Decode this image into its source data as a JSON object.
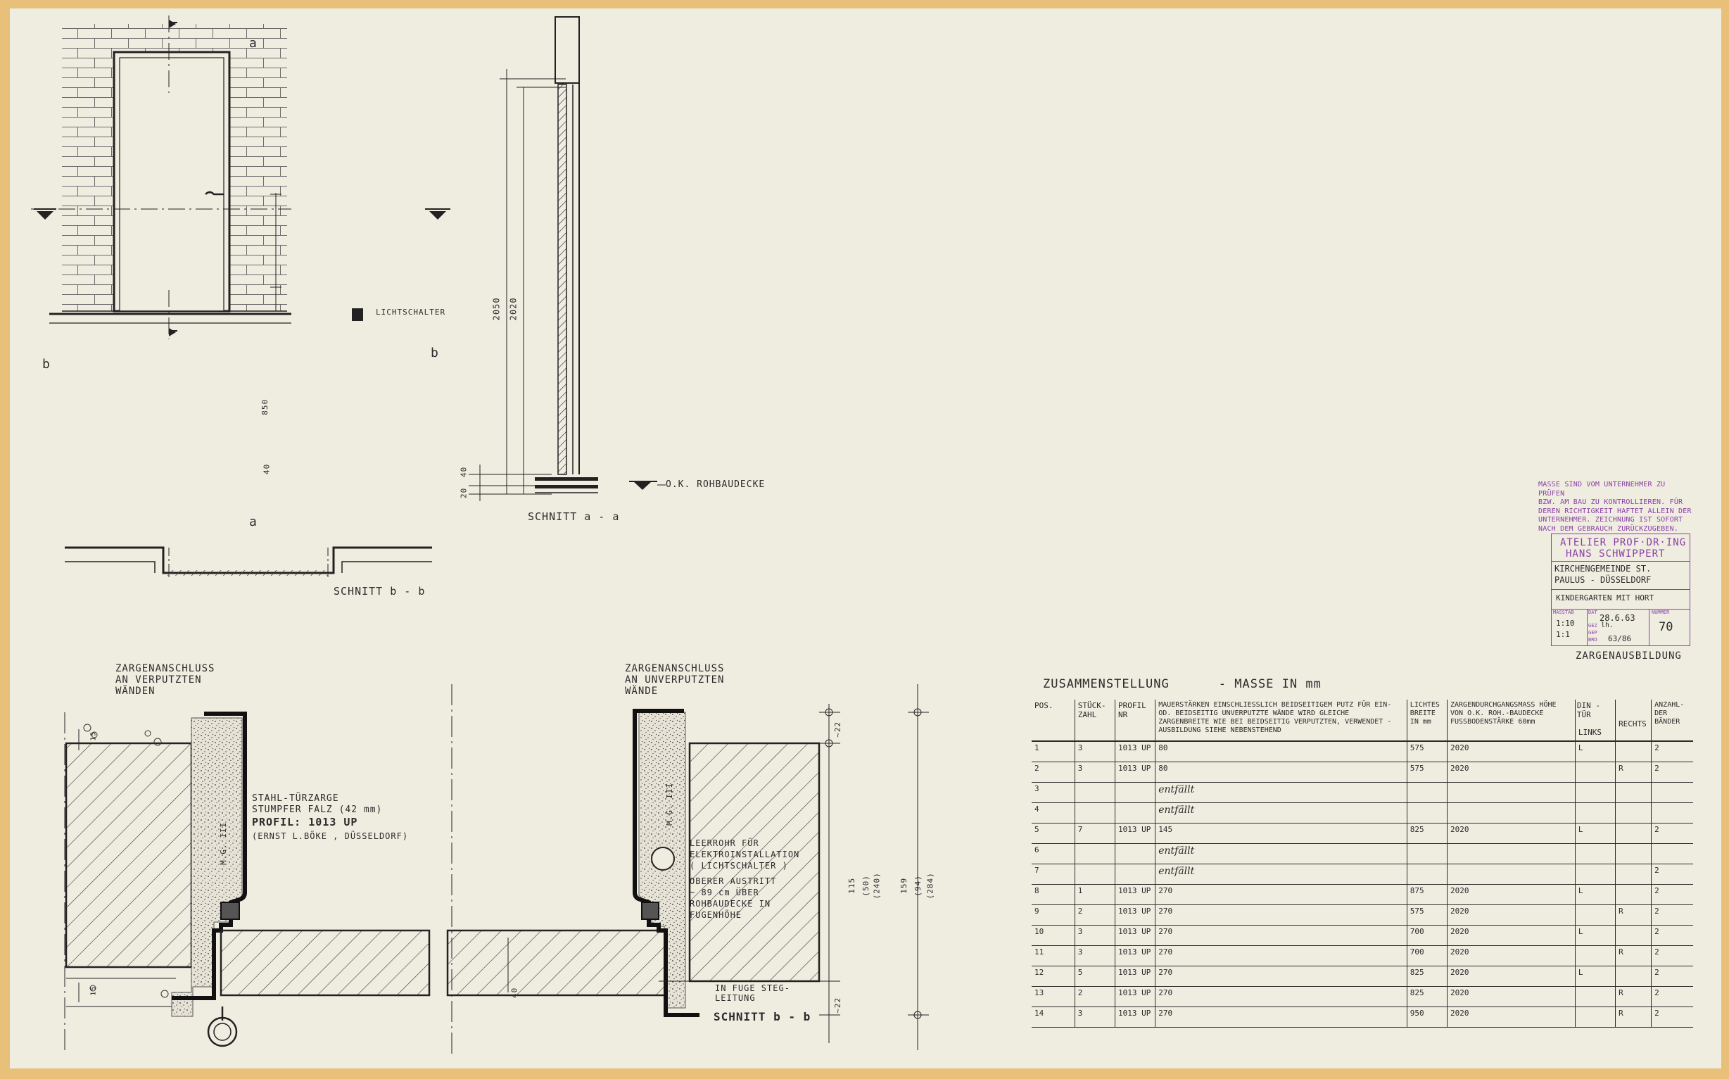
{
  "elevation": {
    "section_mark_top": "a",
    "section_mark_bottom": "a",
    "section_mark_left": "b",
    "section_mark_right": "b",
    "light_switch_label": "LICHTSCHALTER",
    "dim_850": "850",
    "dim_40": "40"
  },
  "section_aa": {
    "dim_2050": "2050",
    "dim_2020": "2020",
    "dim_40": "40",
    "dim_20": "20",
    "floor_label": "O.K. ROHBAUDECKE",
    "title": "SCHNITT  a - a"
  },
  "section_bb_small": {
    "title": "SCHNITT  b - b"
  },
  "detail_left": {
    "title_lines": [
      "ZARGENANSCHLUSS",
      "AN VERPUTZTEN",
      "WÄNDEN"
    ],
    "frame_lines": [
      "STAHL-TÜRZARGE",
      "STUMPFER  FALZ  (42 mm)"
    ],
    "profile": "PROFIL:   1013  UP",
    "maker": "(ERNST L.BÖKE , DÜSSELDORF)",
    "mortar_label": "M.G. III",
    "dim_15_top": "15",
    "dim_15_bottom": "15"
  },
  "detail_right": {
    "title_lines": [
      "ZARGENANSCHLUSS",
      "AN UNVERPUTZTEN",
      "WÄNDE"
    ],
    "conduit_lines": [
      "LEERROHR  FÜR",
      "ELEKTROINSTALLATION",
      "( LICHTSCHALTER )",
      "OBERER AUSTRITT",
      "~ 89 cm ÜBER",
      "ROHBAUDECKE IN",
      "FUGENHÖHE"
    ],
    "web_lines": [
      "IN FUGE STEG-",
      "LEITUNG"
    ],
    "mortar_label": "M.G. III",
    "dim_40": "40",
    "title": "SCHNITT  b - b",
    "dim_22_top": "~22",
    "dim_22_bottom": "~22",
    "dim_115": "115",
    "dim_115_sub": "(50)",
    "dim_115_sub2": "(240)",
    "dim_159": "159",
    "dim_159_sub": "(94)",
    "dim_159_sub2": "(284)"
  },
  "stamps": {
    "notice_lines": [
      "MASSE SIND VOM UNTERNEHMER ZU PRÜFEN",
      "BZW. AM BAU ZU KONTROLLIEREN. FÜR",
      "DEREN RICHTIGKEIT HAFTET ALLEIN DER",
      "UNTERNEHMER. ZEICHNUNG IST SOFORT",
      "NACH DEM GEBRAUCH ZURÜCKZUGEBEN."
    ],
    "office_line1": "ATELIER PROF·DR·ING",
    "office_line2": "HANS SCHWIPPERT",
    "client_line1": "KIRCHENGEMEINDE  ST.",
    "client_line2": "PAULUS  - DÜSSELDORF",
    "project": "KINDERGARTEN  MIT  HORT",
    "massstab_label": "MASSTAB",
    "datum_label": "DAT",
    "nummer_label": "NUMMER",
    "scale1": "1:10",
    "scale2": "1:1",
    "date": "28.6.63",
    "gez_label": "GEZ",
    "gez_value": "lh.",
    "gep_label": "GEP",
    "bro_label": "BRO",
    "bro_value": "63/86",
    "number": "70",
    "sheet_title": "ZARGENAUSBILDUNG"
  },
  "table": {
    "title": "ZUSAMMENSTELLUNG",
    "subtitle": "- MASSE  IN  mm",
    "headers": {
      "pos": "POS.",
      "count": "STÜCK-ZAHL",
      "profile": "PROFIL NR",
      "wall": "MAUERSTÄRKEN EINSCHLIESSLICH BEIDSEITIGEM PUTZ FÜR EIN- OD. BEIDSEITIG UNVERPUTZTE WÄNDE WIRD GLEICHE ZARGENBREITE WIE BEI BEIDSEITIG VERPUTZTEN, VERWENDET - AUSBILDUNG SIEHE NEBENSTEHEND",
      "width": "LICHTES BREITE IN mm",
      "height": "ZARGENDURCHGANGSMASS HÖHE VON O.K. ROH.-BAUDECKE FUSSBODENSTÄRKE 60mm",
      "din": "DIN - TÜR",
      "links": "LINKS",
      "rechts": "RECHTS",
      "hinges": "ANZAHL-DER BÄNDER"
    },
    "rows": [
      {
        "pos": "1",
        "count": "3",
        "profile": "1013 UP",
        "wall": "80",
        "width": "575",
        "height": "2020",
        "links": "L",
        "rechts": "",
        "hinges": "2"
      },
      {
        "pos": "2",
        "count": "3",
        "profile": "1013 UP",
        "wall": "80",
        "width": "575",
        "height": "2020",
        "links": "",
        "rechts": "R",
        "hinges": "2"
      },
      {
        "pos": "3",
        "count": "",
        "profile": "",
        "wall": "entfällt",
        "width": "",
        "height": "",
        "links": "",
        "rechts": "",
        "hinges": ""
      },
      {
        "pos": "4",
        "count": "",
        "profile": "",
        "wall": "entfällt",
        "width": "",
        "height": "",
        "links": "",
        "rechts": "",
        "hinges": ""
      },
      {
        "pos": "5",
        "count": "7",
        "profile": "1013 UP",
        "wall": "145",
        "width": "825",
        "height": "2020",
        "links": "L",
        "rechts": "",
        "hinges": "2"
      },
      {
        "pos": "6",
        "count": "",
        "profile": "",
        "wall": "entfällt",
        "width": "",
        "height": "",
        "links": "",
        "rechts": "",
        "hinges": ""
      },
      {
        "pos": "7",
        "count": "",
        "profile": "",
        "wall": "entfällt",
        "width": "",
        "height": "",
        "links": "",
        "rechts": "",
        "hinges": "2"
      },
      {
        "pos": "8",
        "count": "1",
        "profile": "1013 UP",
        "wall": "270",
        "width": "875",
        "height": "2020",
        "links": "L",
        "rechts": "",
        "hinges": "2"
      },
      {
        "pos": "9",
        "count": "2",
        "profile": "1013 UP",
        "wall": "270",
        "width": "575",
        "height": "2020",
        "links": "",
        "rechts": "R",
        "hinges": "2"
      },
      {
        "pos": "10",
        "count": "3",
        "profile": "1013 UP",
        "wall": "270",
        "width": "700",
        "height": "2020",
        "links": "L",
        "rechts": "",
        "hinges": "2"
      },
      {
        "pos": "11",
        "count": "3",
        "profile": "1013 UP",
        "wall": "270",
        "width": "700",
        "height": "2020",
        "links": "",
        "rechts": "R",
        "hinges": "2"
      },
      {
        "pos": "12",
        "count": "5",
        "profile": "1013 UP",
        "wall": "270",
        "width": "825",
        "height": "2020",
        "links": "L",
        "rechts": "",
        "hinges": "2"
      },
      {
        "pos": "13",
        "count": "2",
        "profile": "1013 UP",
        "wall": "270",
        "width": "825",
        "height": "2020",
        "links": "",
        "rechts": "R",
        "hinges": "2"
      },
      {
        "pos": "14",
        "count": "3",
        "profile": "1013 UP",
        "wall": "270",
        "width": "950",
        "height": "2020",
        "links": "",
        "rechts": "R",
        "hinges": "2"
      }
    ]
  },
  "colors": {
    "paper": "#efece0",
    "border_tape": "#e8c07a",
    "ink": "#2b2b2b",
    "stamp": "#8b3fa8"
  }
}
